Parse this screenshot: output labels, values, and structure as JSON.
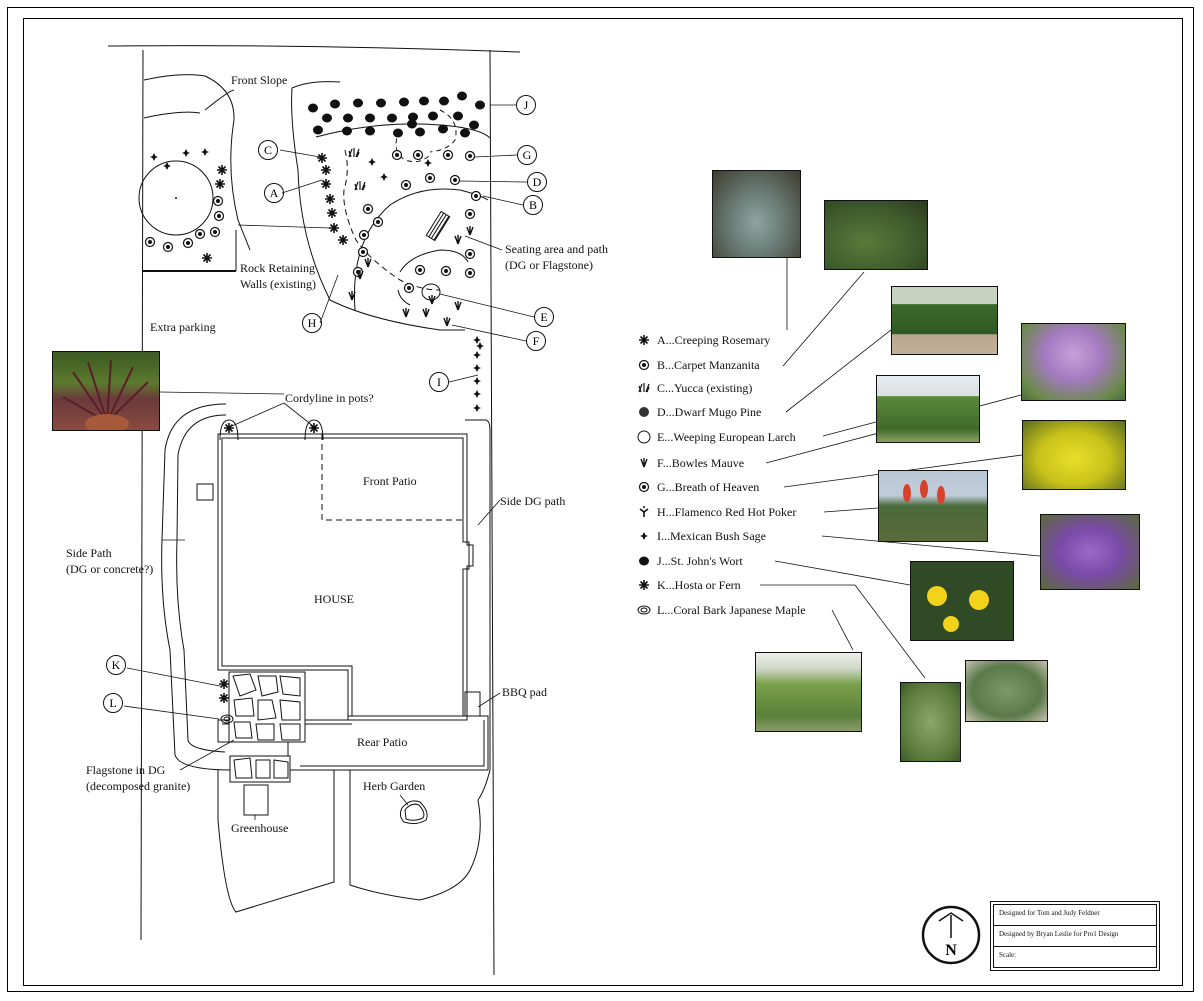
{
  "plan": {
    "front_slope": "Front Slope",
    "rock_walls_1": "Rock Retaining",
    "rock_walls_2": "Walls (existing)",
    "extra_parking": "Extra parking",
    "seating_1": "Seating area and path",
    "seating_2": "(DG or Flagstone)",
    "cordyline": "Cordyline in pots?",
    "front_patio": "Front Patio",
    "side_dg_path": "Side DG path",
    "side_path_1": "Side Path",
    "side_path_2": "(DG or concrete?)",
    "house": "HOUSE",
    "bbq_pad": "BBQ pad",
    "rear_patio": "Rear Patio",
    "flagstone_1": "Flagstone in DG",
    "flagstone_2": "(decomposed granite)",
    "herb_garden": "Herb Garden",
    "greenhouse": "Greenhouse"
  },
  "callouts": {
    "A": "A",
    "B": "B",
    "C": "C",
    "D": "D",
    "E": "E",
    "F": "F",
    "G": "G",
    "H": "H",
    "I": "I",
    "J": "J",
    "K": "K",
    "L": "L"
  },
  "legend": [
    {
      "text": "A...Creeping Rosemary",
      "icon": "rosemary-icon"
    },
    {
      "text": "B...Carpet Manzanita",
      "icon": "manzanita-icon"
    },
    {
      "text": "C...Yucca (existing)",
      "icon": "yucca-icon"
    },
    {
      "text": "D...Dwarf Mugo Pine",
      "icon": "mugo-pine-icon"
    },
    {
      "text": "E...Weeping European Larch",
      "icon": "larch-icon"
    },
    {
      "text": "F...Bowles Mauve",
      "icon": "bowles-mauve-icon"
    },
    {
      "text": "G...Breath of Heaven",
      "icon": "breath-of-heaven-icon"
    },
    {
      "text": "H...Flamenco Red Hot Poker",
      "icon": "red-hot-poker-icon"
    },
    {
      "text": "I...Mexican Bush Sage",
      "icon": "bush-sage-icon"
    },
    {
      "text": "J...St. John's Wort",
      "icon": "st-johns-wort-icon"
    },
    {
      "text": "K...Hosta or Fern",
      "icon": "hosta-fern-icon"
    },
    {
      "text": "L...Coral Bark Japanese Maple",
      "icon": "japanese-maple-icon"
    }
  ],
  "titleblock": {
    "designed_for": "Designed for Tom and Judy Feldner",
    "designed_by": "Designed by Bryan Leslie for Pro1 Design",
    "scale": "Scale:"
  },
  "north_arrow": "N",
  "colors": {
    "line": "#111111",
    "foliage_dark": "#2f4a24",
    "foliage_green": "#5c8a3a",
    "flower_yellow": "#e2d21a",
    "flower_purple": "#8a5bb0",
    "flower_red": "#d8402a",
    "sky": "#b9c8d6"
  }
}
